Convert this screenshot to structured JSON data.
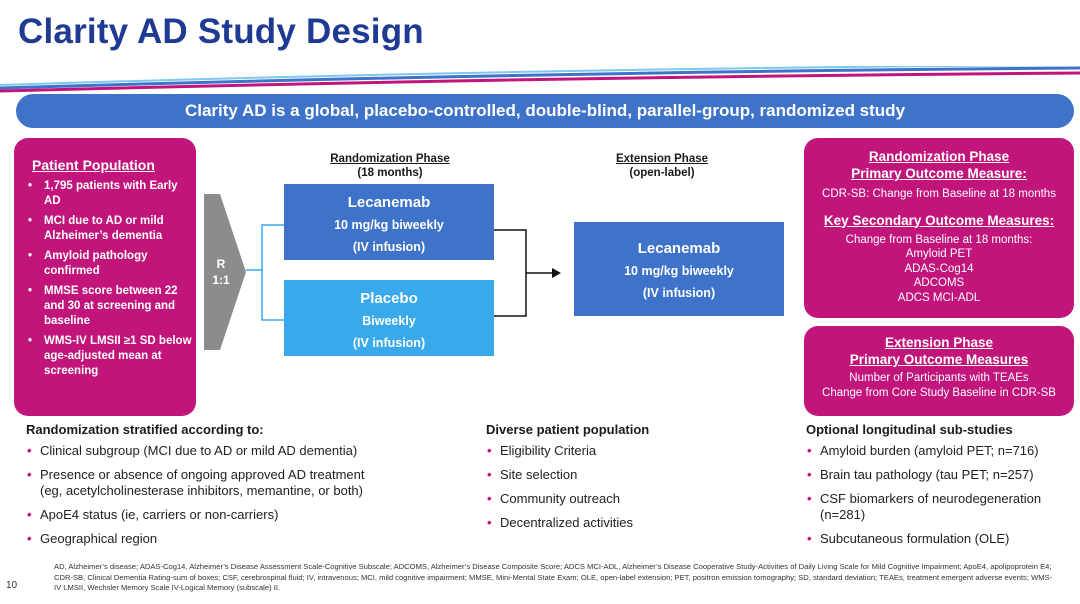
{
  "title": "Clarity AD Study Design",
  "banner": "Clarity AD is a global, placebo-controlled, double-blind, parallel-group, randomized study",
  "patient_population": {
    "title": "Patient Population",
    "items": [
      "1,795 patients with Early AD",
      "MCI due to AD or mild Alzheimer’s dementia",
      "Amyloid pathology confirmed",
      "MMSE score between 22 and 30 at screening and baseline",
      "WMS-IV LMSII ≥1 SD below age-adjusted mean at screening"
    ]
  },
  "randomization_label": {
    "line1": "R",
    "line2": "1:1"
  },
  "randomization_phase": {
    "title": "Randomization Phase",
    "subtitle": "(18 months)"
  },
  "extension_phase": {
    "title": "Extension Phase",
    "subtitle": "(open-label)"
  },
  "arms": {
    "lecanemab": {
      "name": "Lecanemab",
      "dose": "10 mg/kg biweekly",
      "route": "(IV infusion)"
    },
    "placebo": {
      "name": "Placebo",
      "dose": "Biweekly",
      "route": "(IV infusion)"
    },
    "extension": {
      "name": "Lecanemab",
      "dose": "10 mg/kg biweekly",
      "route": "(IV infusion)"
    }
  },
  "outcome_randomization": {
    "heading1": "Randomization Phase",
    "heading2": "Primary Outcome Measure:",
    "primary": "CDR-SB: Change from Baseline at 18 months",
    "secondary_heading": "Key Secondary Outcome Measures:",
    "secondary_intro": "Change from Baseline at 18 months:",
    "secondary_items": [
      "Amyloid PET",
      "ADAS-Cog14",
      "ADCOMS",
      "ADCS MCI-ADL"
    ]
  },
  "outcome_extension": {
    "heading1": "Extension Phase",
    "heading2": "Primary Outcome Measures",
    "items": [
      "Number of Participants with TEAEs",
      "Change from Core Study Baseline in CDR-SB"
    ]
  },
  "stratification": {
    "title": "Randomization stratified according to:",
    "items": [
      "Clinical subgroup (MCI due to AD or mild AD dementia)",
      "Presence or absence of ongoing approved AD treatment\n(eg, acetylcholinesterase inhibitors, memantine, or both)",
      "ApoE4 status (ie, carriers or non-carriers)",
      "Geographical region"
    ]
  },
  "diverse": {
    "title": "Diverse patient population",
    "items": [
      "Eligibility Criteria",
      "Site selection",
      "Community outreach",
      "Decentralized activities"
    ]
  },
  "substudies": {
    "title": "Optional longitudinal sub-studies",
    "items": [
      "Amyloid burden (amyloid PET; n=716)",
      "Brain tau pathology (tau PET; n=257)",
      "CSF biomarkers of neurodegeneration (n=281)",
      "Subcutaneous formulation (OLE)"
    ]
  },
  "footnote": "AD, Alzheimer’s disease; ADAS-Cog14, Alzheimer’s Disease Assessment Scale-Cognitive Subscale; ADCOMS, Alzheimer’s Disease Composite Score; ADCS MCI-ADL, Alzheimer’s Disease Cooperative Study-Activities of Daily Living Scale for Mild Cognitive Impairment; ApoE4, apolipoprotein E4; CDR-SB, Clinical Dementia Rating-sum of boxes; CSF, cerebrospinal fluid; IV, intravenous; MCI, mild cognitive impairment; MMSE, Mini-Mental State Exam; OLE, open-label extension; PET, positron emission tomography; SD, standard deviation; TEAEs, treatment emergent adverse events; WMS-IV LMSII, Wechsler Memory Scale IV-Logical Memory (subscale) II.",
  "page_number": "10",
  "colors": {
    "title": "#1f3a93",
    "banner": "#3f72c9",
    "magenta": "#c2157c",
    "arm_dark": "#3f72c9",
    "arm_light": "#3aa9ec",
    "chevron": "#8c8c8c"
  }
}
